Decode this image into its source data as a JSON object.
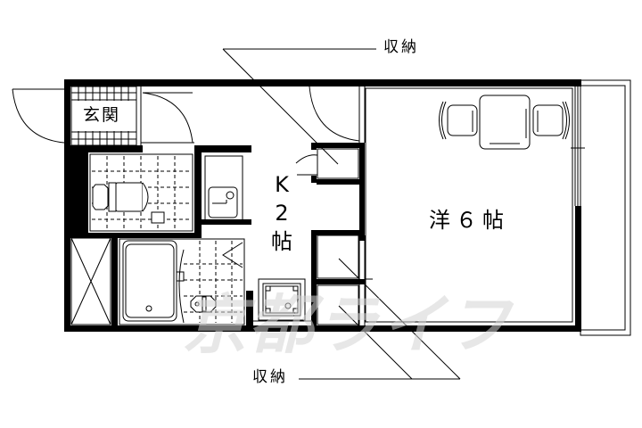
{
  "floor_plan": {
    "type": "apartment floor plan (1K)",
    "rooms": {
      "entrance": {
        "label": "玄関"
      },
      "kitchen": {
        "label_line1": "K",
        "label_line2": "2",
        "label_line3": "帖"
      },
      "western_room": {
        "label": "洋６帖"
      }
    },
    "callouts": {
      "storage_top": {
        "label": "収納"
      },
      "storage_bottom": {
        "label": "収納"
      }
    },
    "watermark": {
      "text": "京都ライフ"
    },
    "colors": {
      "wall": "#000000",
      "background": "#ffffff",
      "watermark": "#d4d4d4"
    }
  }
}
